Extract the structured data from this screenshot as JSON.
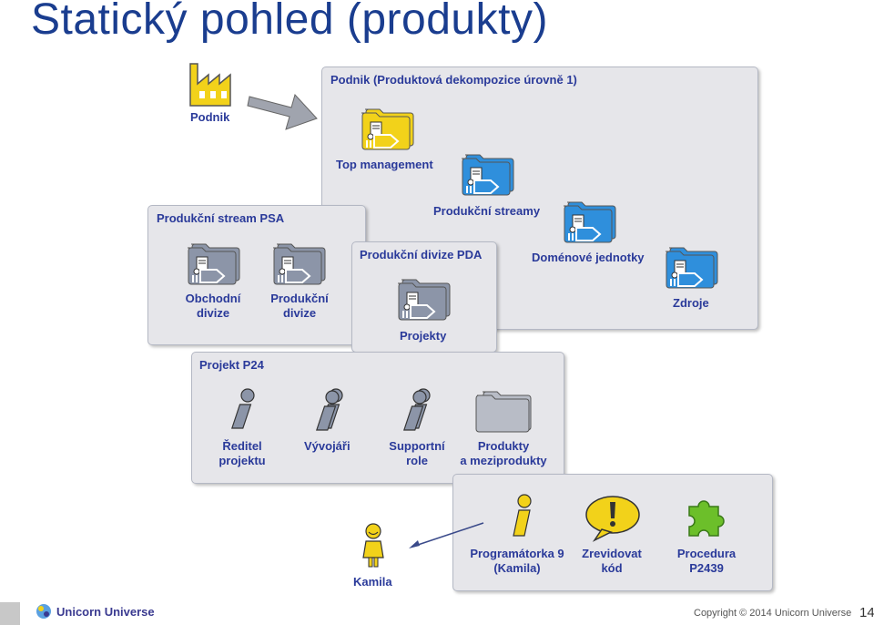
{
  "title": "Statický pohled (produkty)",
  "labels": {
    "podnik": "Podnik",
    "podnik_panel": "Podnik (Produktová dekompozice úrovně 1)",
    "top_management": "Top management",
    "produkcni_streamy": "Produkční streamy",
    "domenove_jednotky": "Doménové jednotky",
    "zdroje": "Zdroje",
    "stream_psa": "Produkční stream PSA",
    "obchodni_1": "Obchodní",
    "obchodni_2": "divize",
    "produkcni_div_1": "Produkční",
    "produkcni_div_2": "divize",
    "divize_pda": "Produkční divize PDA",
    "projekty": "Projekty",
    "projekt_p24": "Projekt P24",
    "reditel_1": "Ředitel",
    "reditel_2": "projektu",
    "vyvojari": "Vývojáři",
    "supportni_1": "Supportní",
    "supportni_2": "role",
    "produkty_1": "Produkty",
    "produkty_2": "a meziprodukty",
    "programatorka_1": "Programátorka 9",
    "programatorka_2": "(Kamila)",
    "zrevidovat_1": "Zrevidovat",
    "zrevidovat_2": "kód",
    "procedura_1": "Procedura",
    "procedura_2": "P2439",
    "kamila": "Kamila"
  },
  "footer": {
    "logo_text": "Unicorn Universe",
    "copyright": "Copyright © 2014 Unicorn Universe",
    "page_number": "14"
  },
  "colors": {
    "title": "#1a3d8f",
    "label": "#2a3a9a",
    "panel_bg": "#e6e6ea",
    "folder_yellow": "#f2d21a",
    "folder_blue": "#2f8fdc",
    "folder_gray": "#8c95a8",
    "puzzle_green": "#6cbf2a"
  },
  "icons": [
    "factory-icon",
    "arrow-icon",
    "folder-yellow-icon",
    "folder-blue-icon",
    "folder-gray-icon",
    "person-icon",
    "exclamation-bubble-icon",
    "puzzle-icon",
    "woman-icon"
  ]
}
